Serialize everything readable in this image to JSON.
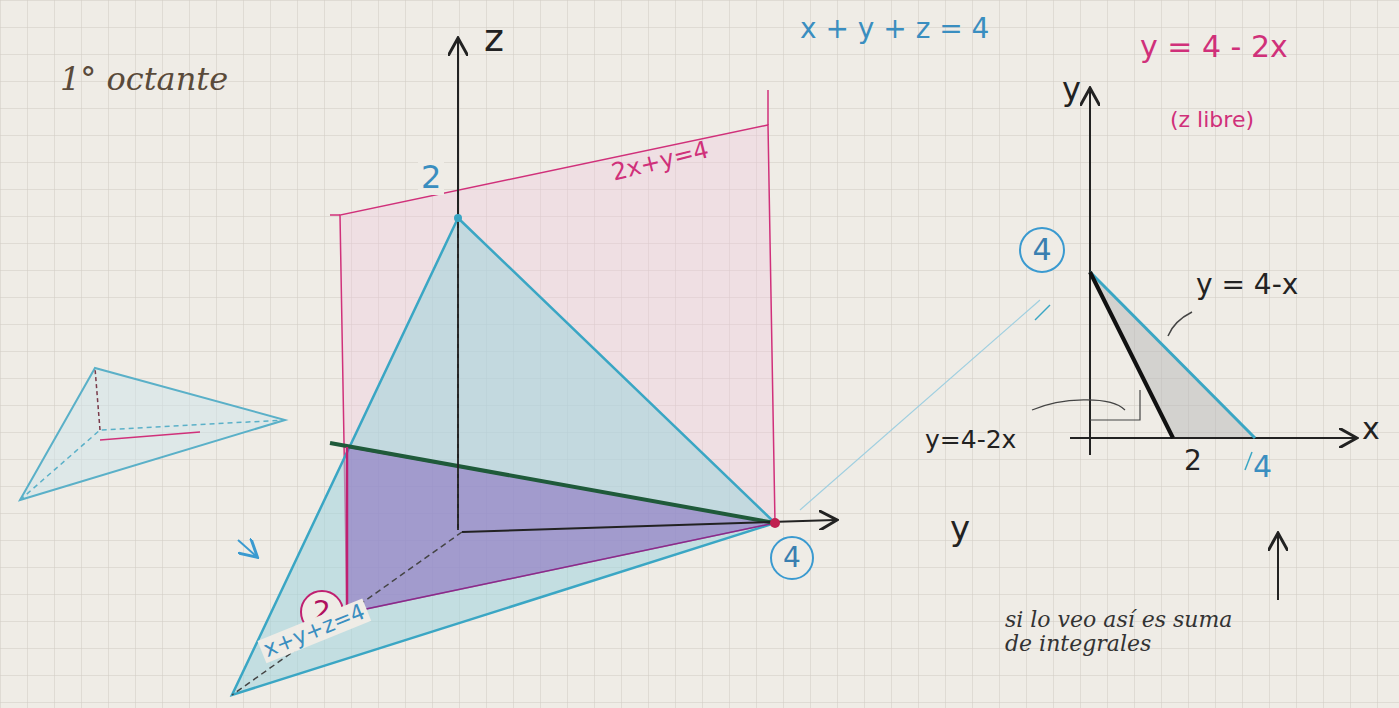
{
  "diagram": {
    "nodes": [
      {
        "text": [
          "4"
        ]
      },
      {
        "text": [
          "4"
        ]
      },
      {
        "text": [
          "2"
        ]
      }
    ],
    "labels": [
      "1° octante",
      "z",
      "x + y + z = 4",
      "y = 4 - 2x",
      "(z libre)",
      "2",
      "2x+y=4",
      "y",
      "y = 4-x",
      "y=4-2x",
      "x",
      "2",
      "4",
      "y",
      "x+y+z=4",
      "si lo veo así es suma de integrales"
    ]
  }
}
